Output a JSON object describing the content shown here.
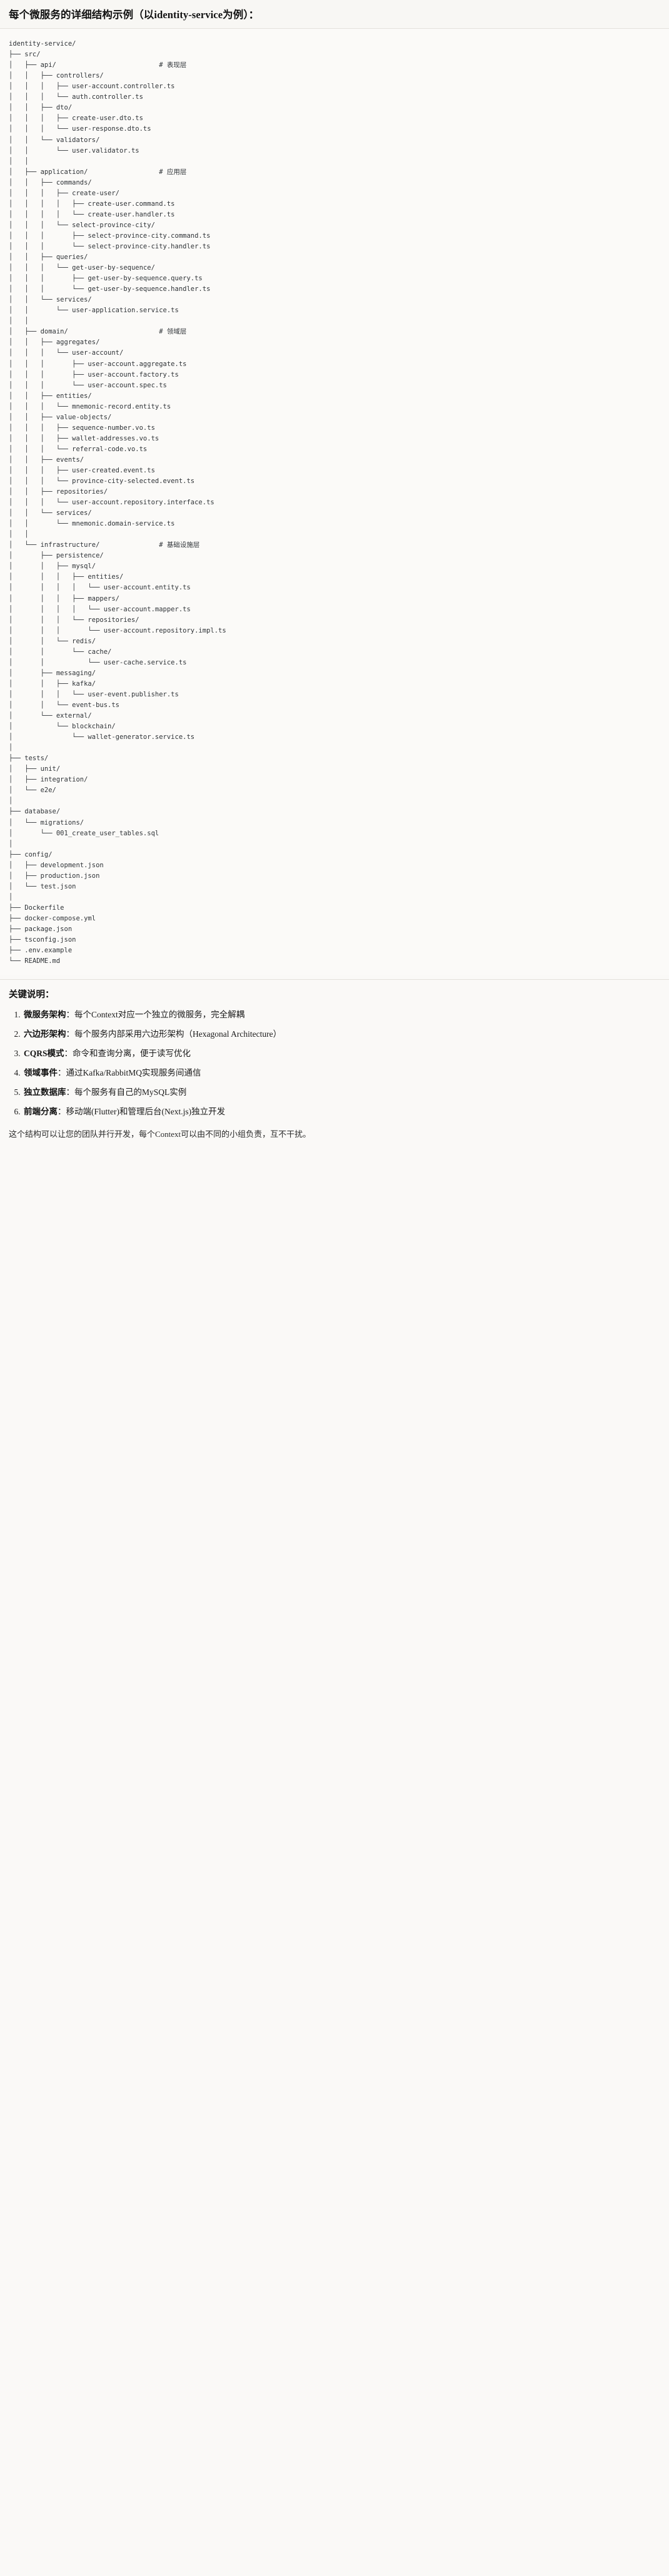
{
  "document": {
    "title": "每个微服务的详细结构示例（以identity-service为例）："
  },
  "tree": {
    "root_label": "identity-service/",
    "text": "identity-service/\n├── src/\n│   ├── api/                          # 表现层\n│   │   ├── controllers/\n│   │   │   ├── user-account.controller.ts\n│   │   │   └── auth.controller.ts\n│   │   ├── dto/\n│   │   │   ├── create-user.dto.ts\n│   │   │   └── user-response.dto.ts\n│   │   └── validators/\n│   │       └── user.validator.ts\n│   │\n│   ├── application/                  # 应用层\n│   │   ├── commands/\n│   │   │   ├── create-user/\n│   │   │   │   ├── create-user.command.ts\n│   │   │   │   └── create-user.handler.ts\n│   │   │   └── select-province-city/\n│   │   │       ├── select-province-city.command.ts\n│   │   │       └── select-province-city.handler.ts\n│   │   ├── queries/\n│   │   │   └── get-user-by-sequence/\n│   │   │       ├── get-user-by-sequence.query.ts\n│   │   │       └── get-user-by-sequence.handler.ts\n│   │   └── services/\n│   │       └── user-application.service.ts\n│   │\n│   ├── domain/                       # 领域层\n│   │   ├── aggregates/\n│   │   │   └── user-account/\n│   │   │       ├── user-account.aggregate.ts\n│   │   │       ├── user-account.factory.ts\n│   │   │       └── user-account.spec.ts\n│   │   ├── entities/\n│   │   │   └── mnemonic-record.entity.ts\n│   │   ├── value-objects/\n│   │   │   ├── sequence-number.vo.ts\n│   │   │   ├── wallet-addresses.vo.ts\n│   │   │   └── referral-code.vo.ts\n│   │   ├── events/\n│   │   │   ├── user-created.event.ts\n│   │   │   └── province-city-selected.event.ts\n│   │   ├── repositories/\n│   │   │   └── user-account.repository.interface.ts\n│   │   └── services/\n│   │       └── mnemonic.domain-service.ts\n│   │\n│   └── infrastructure/               # 基础设施层\n│       ├── persistence/\n│       │   ├── mysql/\n│       │   │   ├── entities/\n│       │   │   │   └── user-account.entity.ts\n│       │   │   ├── mappers/\n│       │   │   │   └── user-account.mapper.ts\n│       │   │   └── repositories/\n│       │   │       └── user-account.repository.impl.ts\n│       │   └── redis/\n│       │       └── cache/\n│       │           └── user-cache.service.ts\n│       ├── messaging/\n│       │   ├── kafka/\n│       │   │   └── user-event.publisher.ts\n│       │   └── event-bus.ts\n│       └── external/\n│           └── blockchain/\n│               └── wallet-generator.service.ts\n│\n├── tests/\n│   ├── unit/\n│   ├── integration/\n│   └── e2e/\n│\n├── database/\n│   └── migrations/\n│       └── 001_create_user_tables.sql\n│\n├── config/\n│   ├── development.json\n│   ├── production.json\n│   └── test.json\n│\n├── Dockerfile\n├── docker-compose.yml\n├── package.json\n├── tsconfig.json\n├── .env.example\n└── README.md",
    "layer_comments": [
      {
        "path": "src/api/",
        "comment": "# 表现层"
      },
      {
        "path": "src/application/",
        "comment": "# 应用层"
      },
      {
        "path": "src/domain/",
        "comment": "# 领域层"
      },
      {
        "path": "src/infrastructure/",
        "comment": "# 基础设施层"
      }
    ]
  },
  "notes": {
    "heading": "关键说明：",
    "items": [
      {
        "index": "1.",
        "term": "微服务架构",
        "sep": "：",
        "desc": "每个Context对应一个独立的微服务，完全解耦"
      },
      {
        "index": "2.",
        "term": "六边形架构",
        "sep": "：",
        "desc": "每个服务内部采用六边形架构（Hexagonal Architecture）"
      },
      {
        "index": "3.",
        "term": "CQRS模式",
        "sep": "：",
        "desc": "命令和查询分离，便于读写优化"
      },
      {
        "index": "4.",
        "term": "领域事件",
        "sep": "：",
        "desc": "通过Kafka/RabbitMQ实现服务间通信"
      },
      {
        "index": "5.",
        "term": "独立数据库",
        "sep": "：",
        "desc": "每个服务有自己的MySQL实例"
      },
      {
        "index": "6.",
        "term": "前端分离",
        "sep": "：",
        "desc": "移动端(Flutter)和管理后台(Next.js)独立开发"
      }
    ],
    "closing": "这个结构可以让您的团队并行开发，每个Context可以由不同的小组负责，互不干扰。"
  }
}
